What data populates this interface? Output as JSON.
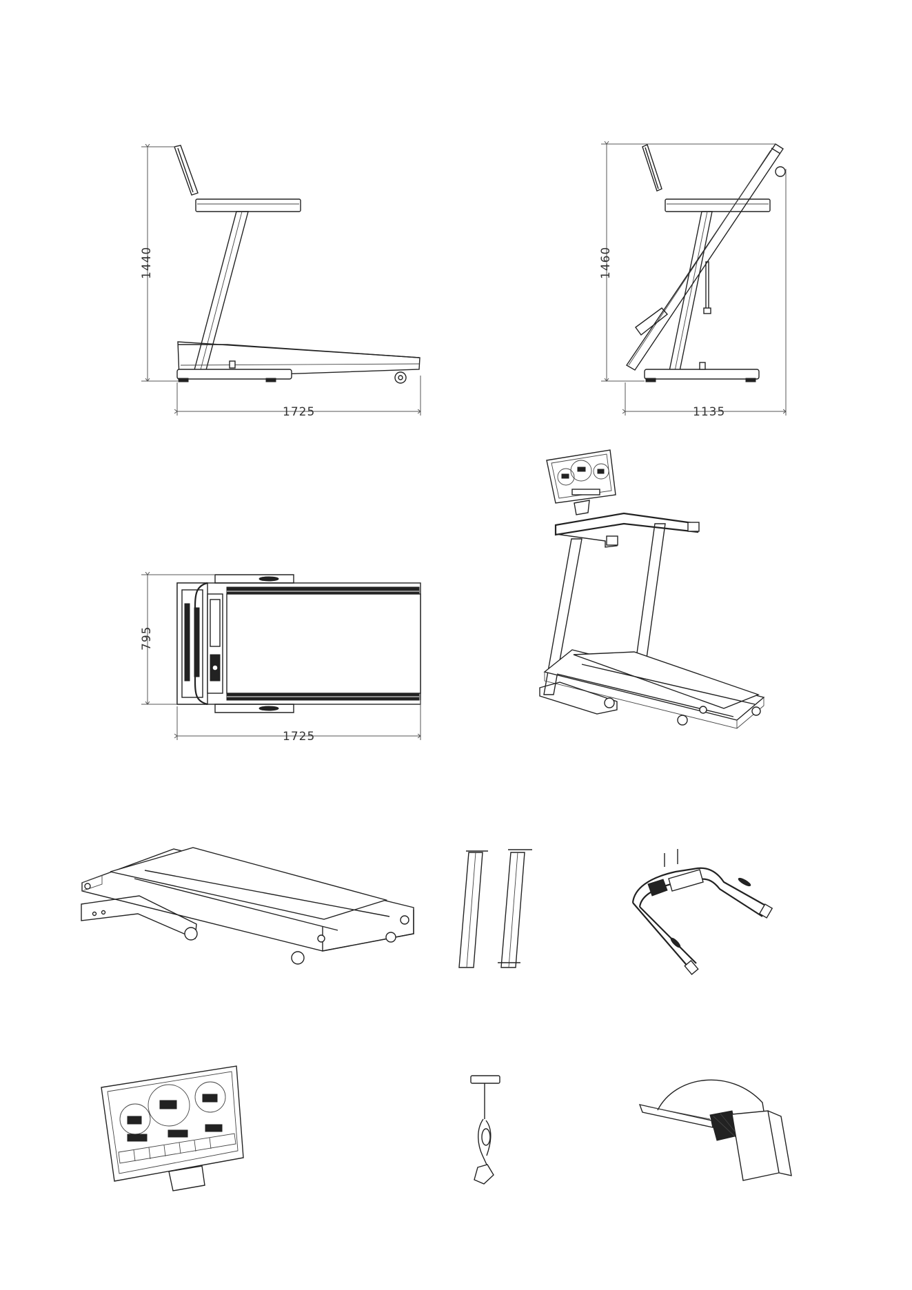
{
  "drawings": {
    "side_view": {
      "height_label": "1440",
      "length_label": "1725"
    },
    "folded_view": {
      "height_label": "1460",
      "length_label": "1135"
    },
    "top_view": {
      "width_label": "795",
      "length_label": "1725"
    }
  }
}
